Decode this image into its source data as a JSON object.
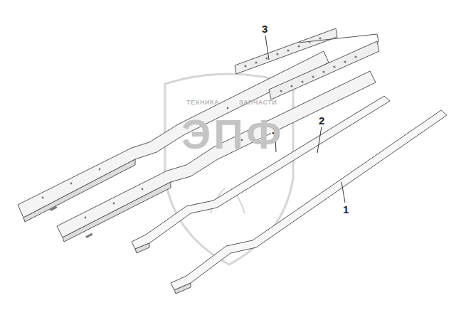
{
  "diagram": {
    "labels": [
      "3",
      "3",
      "2",
      "1",
      "ТЕХНИКА",
      "ЗАПЧАСТИ",
      "ЭПФ"
    ]
  }
}
